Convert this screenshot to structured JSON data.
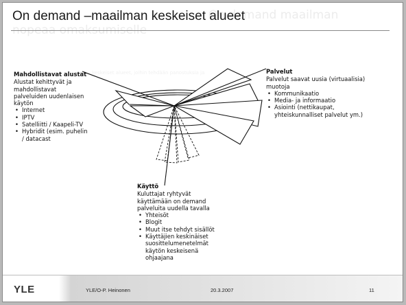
{
  "slide": {
    "title": "On demand –maailman keskeiset alueet",
    "background_ghost_title": "On demand maailman",
    "background_ghost_title_2": "keskeiset alueet, joihin tehdään panostuksia ja",
    "background_ghost_subtitle": "nopeaa omaksumiselle"
  },
  "diagram": {
    "platforms": {
      "heading": "Mahdollistavat alustat",
      "description": "Alustat kehittyvät ja mahdollistavat palveluiden uudenlaisen käytön",
      "items": [
        "Internet",
        "IPTV",
        "Satelliitti / Kaapeli-TV",
        "Hybridit (esim. puhelin / datacast"
      ]
    },
    "services": {
      "heading": "Palvelut",
      "description": "Palvelut saavat uusia (virtuaalisia) muotoja",
      "items": [
        "Kommunikaatio",
        "Media- ja informaatio",
        "Asiointi (nettikaupat, yhteiskunnalliset palvelut ym.)"
      ]
    },
    "usage": {
      "heading": "Käyttö",
      "description": "Kuluttajat ryhtyvät käyttämään on demand palveluita uudella tavalla",
      "items": [
        "Yhteisöt",
        "Blogit",
        "Muut itse tehdyt sisällöt",
        "Käyttäjien keskinäiset suosittelumenetelmät käytön keskeisenä ohjaajana"
      ]
    }
  },
  "footer": {
    "logo": "YLE",
    "author": "YLE/O-P. Heinonen",
    "date": "20.3.2007",
    "page": "11"
  }
}
